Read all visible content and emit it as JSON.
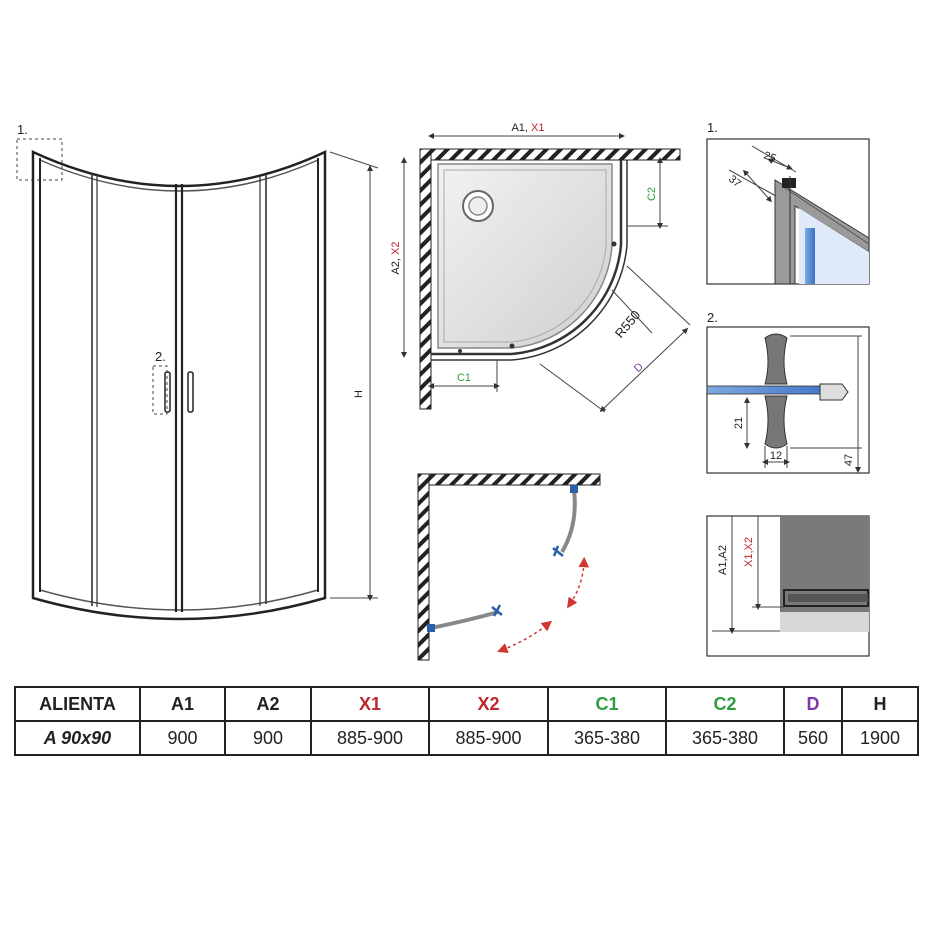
{
  "labels": {
    "detail_1_front": "1.",
    "detail_2_front": "2.",
    "height": "H",
    "top_width": "A1, X1",
    "top_width_a": "A1, ",
    "top_width_x": "X1",
    "side_depth_a": "A2, ",
    "side_depth_x": "X2",
    "c1": "C1",
    "c2": "C2",
    "radius": "R550",
    "diagonal": "D",
    "detail_1_title": "1.",
    "detail_1_dim_a": "25",
    "detail_1_dim_b": "37",
    "detail_2_title": "2.",
    "detail_2_dim_a": "21",
    "detail_2_dim_b": "12",
    "detail_2_dim_c": "47",
    "detail_3_a": "A1,A2",
    "detail_3_x": "X1,X2"
  },
  "colors": {
    "x_red": "#c0272d",
    "c_green": "#2e9e3f",
    "d_purple": "#7b3aa8",
    "door_blue": "#2b5fa8",
    "arrow_red": "#d0352f"
  },
  "table": {
    "headers": [
      {
        "text": "ALIENTA",
        "color": "#222222"
      },
      {
        "text": "A1",
        "color": "#222222"
      },
      {
        "text": "A2",
        "color": "#222222"
      },
      {
        "text": "X1",
        "color": "#c0272d"
      },
      {
        "text": "X2",
        "color": "#c0272d"
      },
      {
        "text": "C1",
        "color": "#2e9e3f"
      },
      {
        "text": "C2",
        "color": "#2e9e3f"
      },
      {
        "text": "D",
        "color": "#7b3aa8"
      },
      {
        "text": "H",
        "color": "#222222"
      }
    ],
    "row": [
      "A 90x90",
      "900",
      "900",
      "885-900",
      "885-900",
      "365-380",
      "365-380",
      "560",
      "1900"
    ]
  }
}
